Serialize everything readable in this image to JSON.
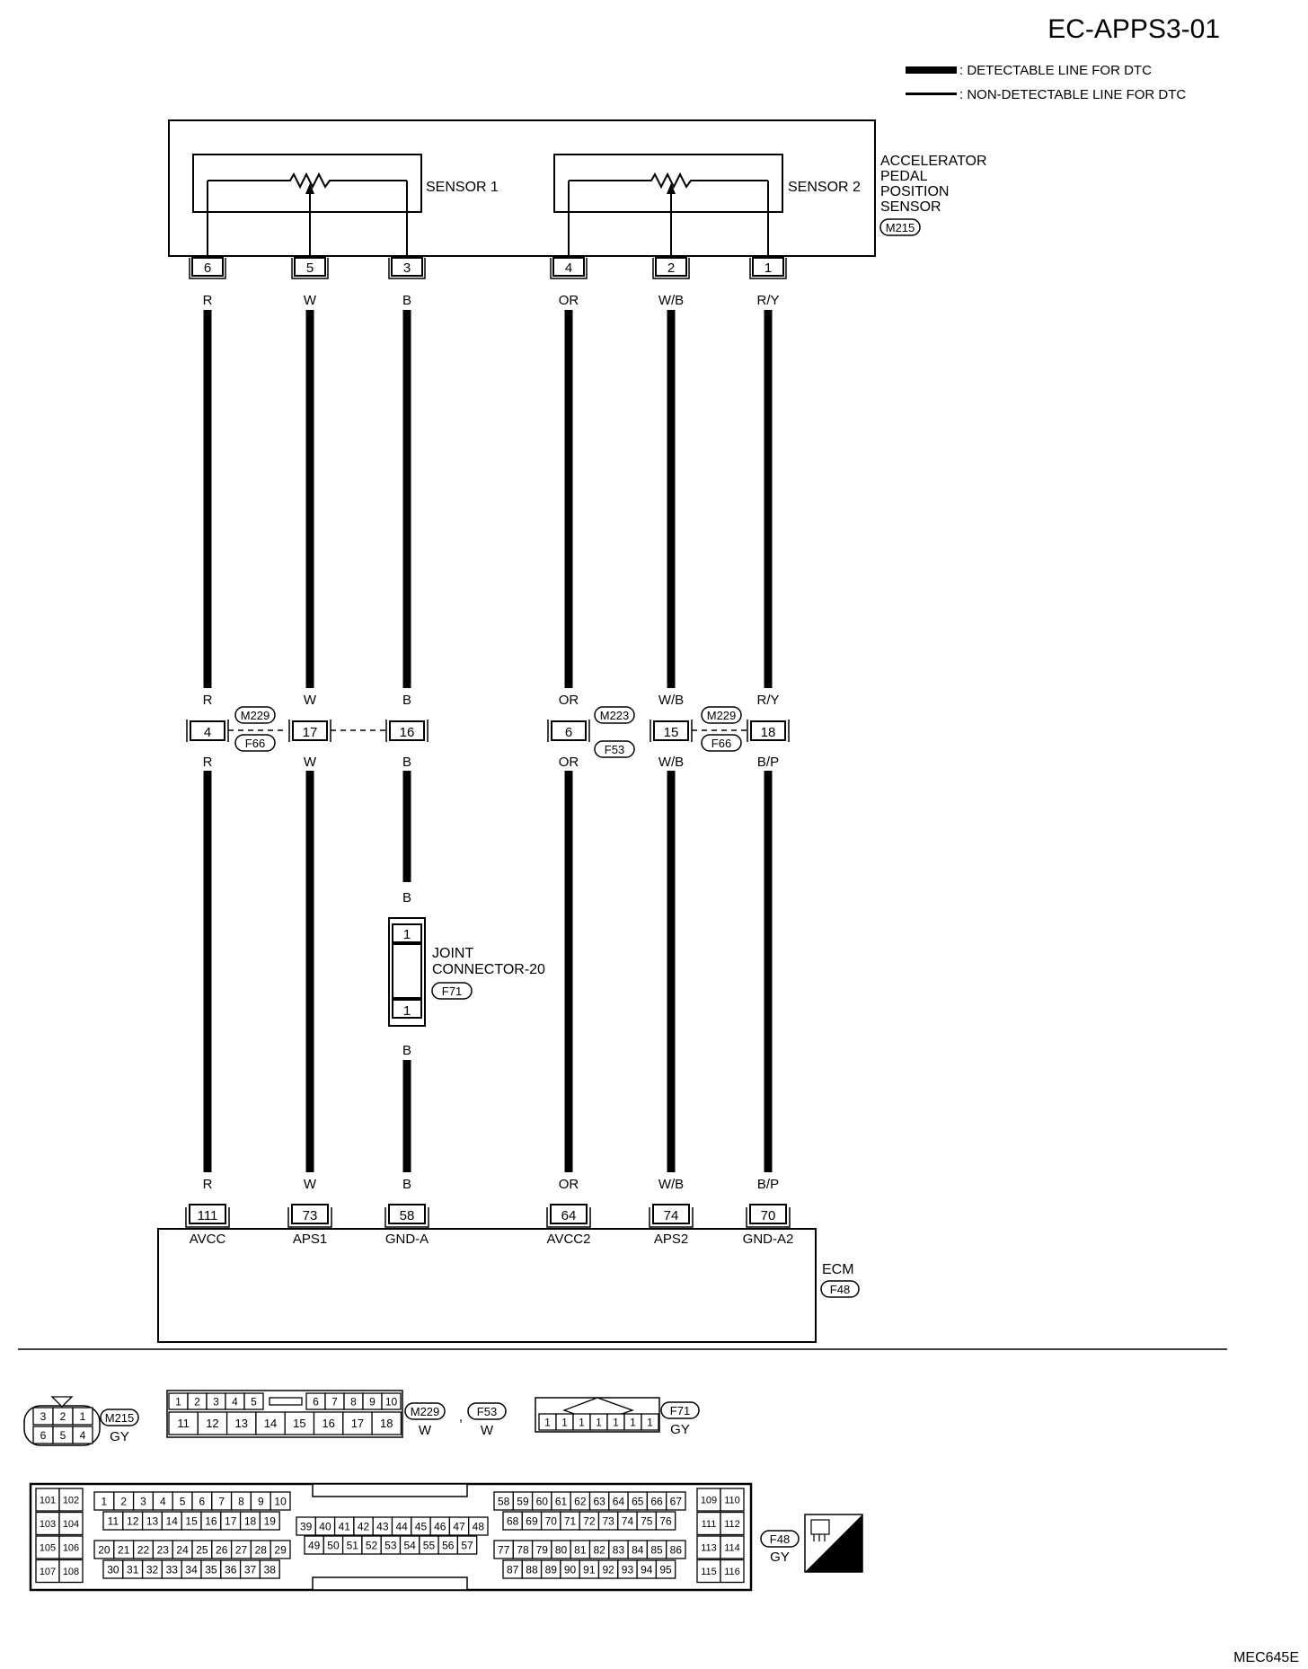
{
  "header": {
    "code": "EC-APPS3-01",
    "legend_detectable": ": DETECTABLE LINE FOR DTC",
    "legend_non_detectable": ": NON-DETECTABLE LINE FOR DTC"
  },
  "sensor_block": {
    "label_lines": [
      "ACCELERATOR",
      "PEDAL",
      "POSITION",
      "SENSOR"
    ],
    "connector": "M215",
    "sensor1": "SENSOR 1",
    "sensor2": "SENSOR 2"
  },
  "wires": [
    {
      "pin_top": "6",
      "color_top": "R",
      "mid_upper_color": "R",
      "mid_pin": "4",
      "mid_lower_color": "R",
      "bottom_color": "R",
      "ecm_pin": "111",
      "ecm_label": "AVCC"
    },
    {
      "pin_top": "5",
      "color_top": "W",
      "mid_upper_color": "W",
      "mid_pin": "17",
      "mid_lower_color": "W",
      "bottom_color": "W",
      "ecm_pin": "73",
      "ecm_label": "APS1"
    },
    {
      "pin_top": "3",
      "color_top": "B",
      "mid_upper_color": "B",
      "mid_pin": "16",
      "mid_lower_color": "B",
      "bottom_color": "B",
      "ecm_pin": "58",
      "ecm_label": "GND-A"
    },
    {
      "pin_top": "4",
      "color_top": "OR",
      "mid_upper_color": "OR",
      "mid_pin": "6",
      "mid_lower_color": "OR",
      "bottom_color": "OR",
      "ecm_pin": "64",
      "ecm_label": "AVCC2"
    },
    {
      "pin_top": "2",
      "color_top": "W/B",
      "mid_upper_color": "W/B",
      "mid_pin": "15",
      "mid_lower_color": "W/B",
      "bottom_color": "W/B",
      "ecm_pin": "74",
      "ecm_label": "APS2"
    },
    {
      "pin_top": "1",
      "color_top": "R/Y",
      "mid_upper_color": "R/Y",
      "mid_pin": "18",
      "mid_lower_color": "B/P",
      "bottom_color": "B/P",
      "ecm_pin": "70",
      "ecm_label": "GND-A2"
    }
  ],
  "mid_connectors": {
    "m229_a": "M229",
    "f66_a": "F66",
    "m223": "M223",
    "f53": "F53",
    "m229_b": "M229",
    "f66_b": "F66"
  },
  "joint": {
    "wire_color_above": "B",
    "wire_color_below": "B",
    "pin_top": "1",
    "pin_bottom": "1",
    "label_lines": [
      "JOINT",
      "CONNECTOR-20"
    ],
    "connector": "F71"
  },
  "ecm": {
    "label": "ECM",
    "connector": "F48"
  },
  "connector_views": {
    "m215": {
      "pins_top": [
        "3",
        "2",
        "1"
      ],
      "pins_bottom": [
        "6",
        "5",
        "4"
      ],
      "tag": "M215",
      "color": "GY"
    },
    "m229": {
      "row1": [
        "1",
        "2",
        "3",
        "4",
        "5",
        "6",
        "7",
        "8",
        "9",
        "10"
      ],
      "row2": [
        "11",
        "12",
        "13",
        "14",
        "15",
        "16",
        "17",
        "18"
      ],
      "tag1": "M229",
      "color1": "W",
      "sep": ",",
      "tag2": "F53",
      "color2": "W"
    },
    "f71": {
      "pins": [
        "1",
        "1",
        "1",
        "1",
        "1",
        "1",
        "1"
      ],
      "tag": "F71",
      "color": "GY"
    },
    "f48": {
      "left_pairs": [
        [
          "101",
          "102"
        ],
        [
          "103",
          "104"
        ],
        [
          "105",
          "106"
        ],
        [
          "107",
          "108"
        ]
      ],
      "block1_r1": [
        "1",
        "2",
        "3",
        "4",
        "5",
        "6",
        "7",
        "8",
        "9",
        "10"
      ],
      "block1_r2": [
        "11",
        "12",
        "13",
        "14",
        "15",
        "16",
        "17",
        "18",
        "19"
      ],
      "block1_r3": [
        "20",
        "21",
        "22",
        "23",
        "24",
        "25",
        "26",
        "27",
        "28",
        "29"
      ],
      "block1_r4": [
        "30",
        "31",
        "32",
        "33",
        "34",
        "35",
        "36",
        "37",
        "38"
      ],
      "block2_r1": [
        "39",
        "40",
        "41",
        "42",
        "43",
        "44",
        "45",
        "46",
        "47",
        "48"
      ],
      "block2_r2": [
        "49",
        "50",
        "51",
        "52",
        "53",
        "54",
        "55",
        "56",
        "57"
      ],
      "block3_r1": [
        "58",
        "59",
        "60",
        "61",
        "62",
        "63",
        "64",
        "65",
        "66",
        "67"
      ],
      "block3_r2": [
        "68",
        "69",
        "70",
        "71",
        "72",
        "73",
        "74",
        "75",
        "76"
      ],
      "block3_r3": [
        "77",
        "78",
        "79",
        "80",
        "81",
        "82",
        "83",
        "84",
        "85",
        "86"
      ],
      "block3_r4": [
        "87",
        "88",
        "89",
        "90",
        "91",
        "92",
        "93",
        "94",
        "95"
      ],
      "right_pairs": [
        [
          "109",
          "110"
        ],
        [
          "111",
          "112"
        ],
        [
          "113",
          "114"
        ],
        [
          "115",
          "116"
        ]
      ],
      "tag": "F48",
      "color": "GY"
    },
    "hs_badge": "H.S."
  },
  "footer_code": "MEC645E"
}
